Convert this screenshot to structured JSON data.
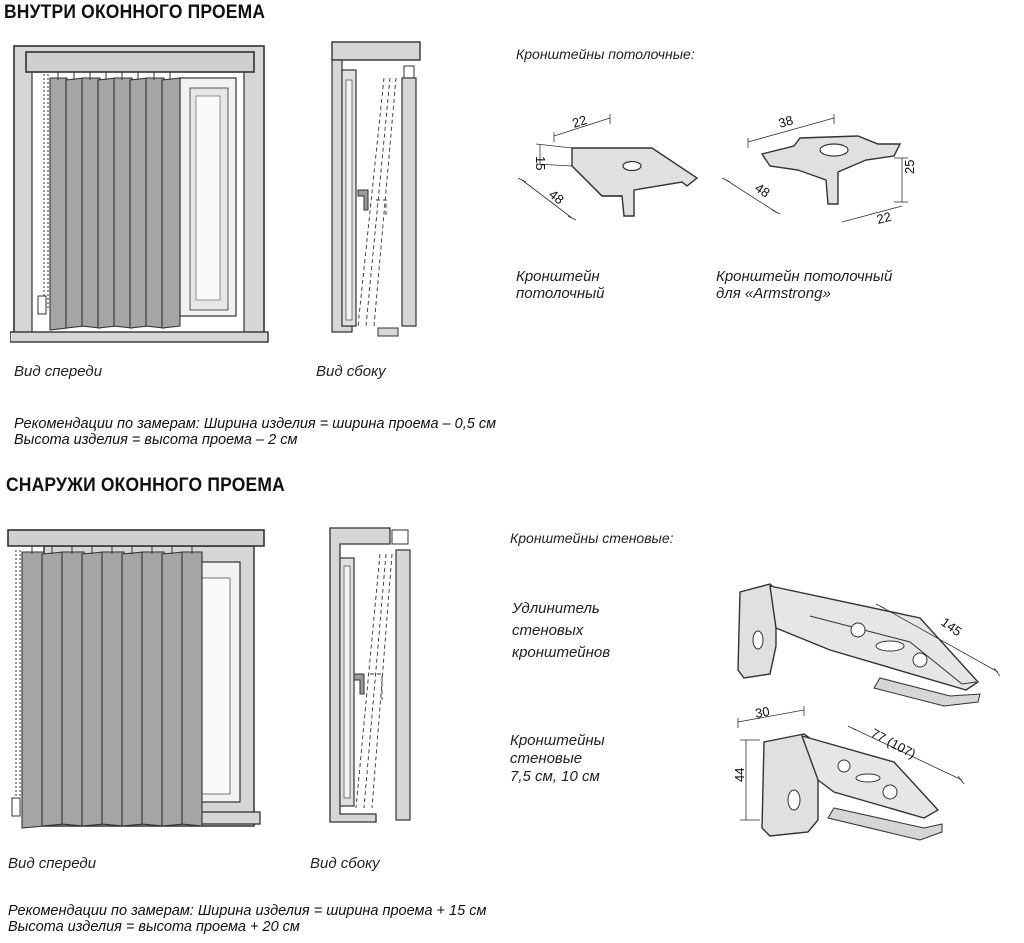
{
  "section_inside": {
    "title": "ВНУТРИ ОКОННОГО ПРОЕМА",
    "front_caption": "Вид спереди",
    "side_caption": "Вид сбоку",
    "recommendation_line1": "Рекомендации по замерам: Ширина изделия = ширина проема – 0,5 см",
    "recommendation_line2": "Высота изделия = высота проема – 2 см"
  },
  "section_outside": {
    "title": "СНАРУЖИ ОКОННОГО ПРОЕМА",
    "front_caption": "Вид спереди",
    "side_caption": "Вид сбоку",
    "recommendation_line1": "Рекомендации по замерам: Ширина изделия = ширина проема + 15 см",
    "recommendation_line2": "Высота изделия = высота проема + 20 см"
  },
  "ceiling_brackets": {
    "heading": "Кронштейны потолочные:",
    "bracket1_label_line1": "Кронштейн",
    "bracket1_label_line2": "потолочный",
    "bracket1_dims": {
      "width": "22",
      "height": "15",
      "depth": "48"
    },
    "bracket2_label_line1": "Кронштейн потолочный",
    "bracket2_label_line2": "для «Armstrong»",
    "bracket2_dims": {
      "width": "38",
      "height": "25",
      "depth": "48",
      "base": "22"
    }
  },
  "wall_brackets": {
    "heading": "Кронштейны стеновые:",
    "extender_label_line1": "Удлинитель",
    "extender_label_line2": "стеновых",
    "extender_label_line3": "кронштейнов",
    "extender_dims": {
      "length": "145"
    },
    "wall_label_line1": "Кронштейны",
    "wall_label_line2": "стеновые",
    "wall_label_line3": "7,5 см, 10 см",
    "wall_dims": {
      "width": "30",
      "height": "44",
      "length": "77 (107)"
    }
  },
  "colors": {
    "slat": "#a5a5a5",
    "frame": "#d6d6d6",
    "outline": "#333333",
    "background": "#ffffff"
  }
}
